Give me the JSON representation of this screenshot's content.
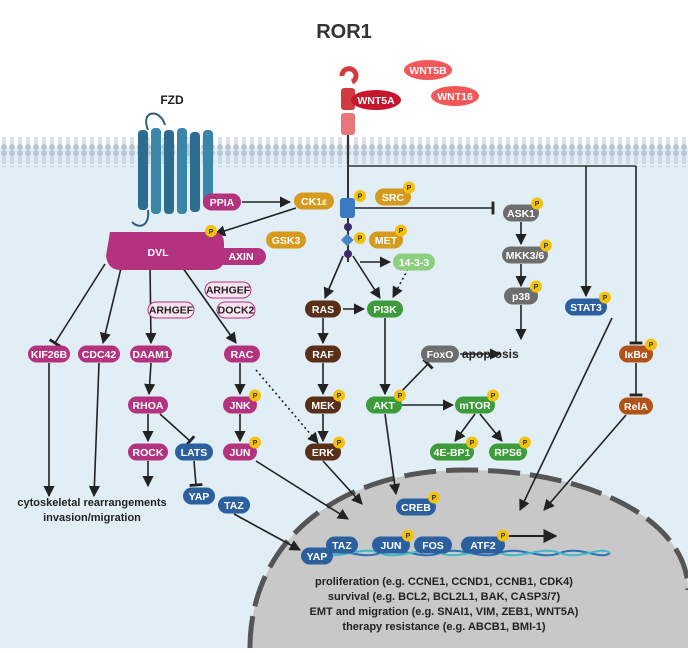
{
  "title": "ROR1",
  "receptors": {
    "fzd": "FZD",
    "ror1": "ROR1"
  },
  "ligands": [
    "WNT5B",
    "WNT5A",
    "WNT16"
  ],
  "nodes": {
    "ppia": "PPIA",
    "ck1e": "CK1ε",
    "src": "SRC",
    "dvl": "DVL",
    "axin": "AXIN",
    "gsk3": "GSK3",
    "met": "MET",
    "ask1": "ASK1",
    "mkk36": "MKK3/6",
    "p38": "p38",
    "stat3": "STAT3",
    "ikba": "IκBα",
    "rela": "RelA",
    "arhgef_a": "ARHGEF",
    "arhgef_b": "ARHGEF",
    "dock2": "DOCK2",
    "p1433": "14-3-3",
    "kif26b": "KIF26B",
    "cdc42": "CDC42",
    "daam1": "DAAM1",
    "rac": "RAC",
    "ras": "RAS",
    "pi3k": "PI3K",
    "raf": "RAF",
    "foxo": "FoxO",
    "rhoa": "RHOA",
    "jnk": "JNK",
    "mek": "MEK",
    "akt": "AKT",
    "mtor": "mTOR",
    "rock": "ROCK",
    "lats": "LATS",
    "jun1": "JUN",
    "erk": "ERK",
    "eb1": "4E-BP1",
    "rps6": "RPS6",
    "yap1": "YAP",
    "taz1": "TAZ",
    "creb": "CREB",
    "yap2": "YAP",
    "taz2": "TAZ",
    "jun2": "JUN",
    "fos": "FOS",
    "atf2": "ATF2"
  },
  "phospho": "P",
  "texts": {
    "apoptosis": "apoptosis",
    "cyto1": "cytoskeletal rearrangements",
    "cyto2": "invasion/migration"
  },
  "outcomes": [
    "proliferation (e.g. CCNE1, CCND1, CCNB1, CDK4)",
    "survival (e.g. BCL2, BCL2L1, BAK, CASP3/7)",
    "EMT and migration (e.g. SNAI1, VIM, ZEB1, WNT5A)",
    "therapy resistance (e.g. ABCB1, BMI-1)"
  ],
  "colors": {
    "magenta": "#b3337f",
    "gold": "#d59a1e",
    "darkblue": "#2b5f9e",
    "grey": "#6d6d6d",
    "brown": "#5a2f1a",
    "orange_brown": "#b0521a",
    "green": "#3e9b3a",
    "red": "#d93333",
    "membrane": "#cfe2ee",
    "nucleus": "#c8c8c8",
    "phospho": "#f4c20d"
  }
}
